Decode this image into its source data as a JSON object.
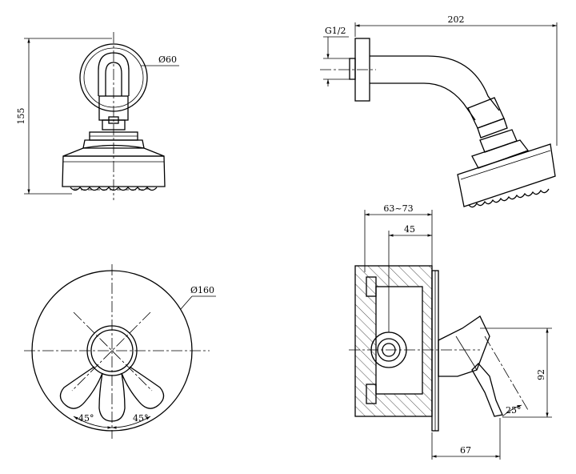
{
  "diagram": {
    "dimensions": {
      "height_front": "155",
      "arm_dia": "Ø60",
      "thread": "G1/2",
      "length_side": "202",
      "plate_dia": "Ø160",
      "angle_left": "45°",
      "angle_right": "45°",
      "depth_range": "63~73",
      "depth_min": "45",
      "height_valve": "92",
      "handle_angle": "25°",
      "projection": "67"
    }
  }
}
